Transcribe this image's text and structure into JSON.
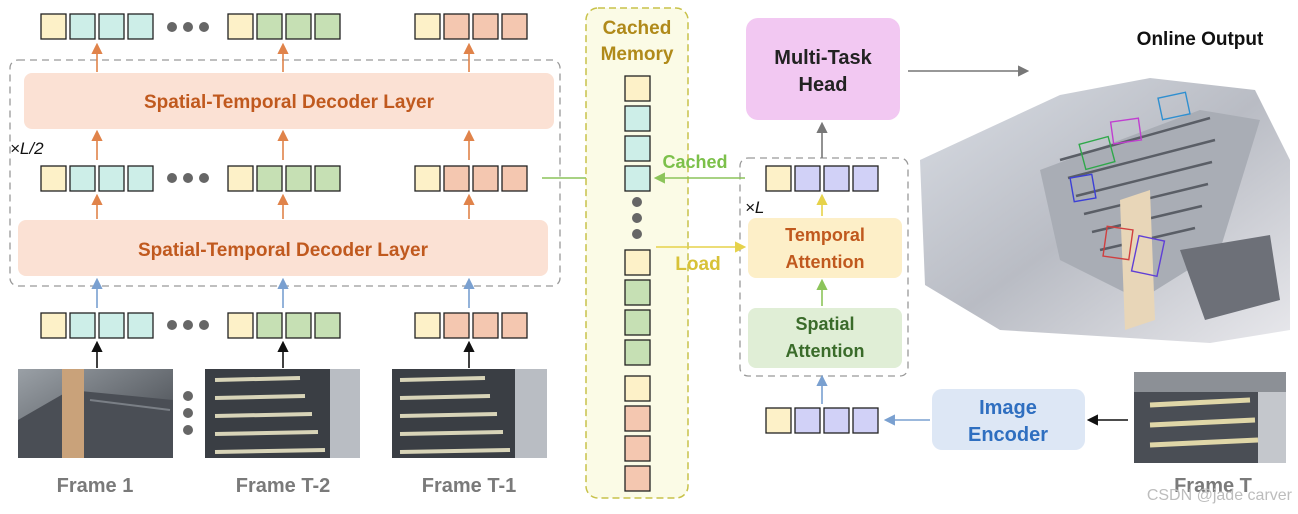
{
  "colors": {
    "token_cream": "#fdf1c8",
    "token_cyan": "#cdeee8",
    "token_green": "#c6e0b4",
    "token_salmon": "#f4c7b0",
    "token_purple": "#d1d1f7",
    "decoder_fill": "#fbe1d4",
    "decoder_text": "#c0591e",
    "memory_border": "#c8c24a",
    "memory_fill": "#fbfbe6",
    "memory_text": "#b08a1a",
    "head_fill": "#f2c8f2",
    "temporal_fill": "#fdefc8",
    "temporal_text": "#c0591e",
    "spatial_fill": "#e0eed6",
    "spatial_text": "#3a6b2a",
    "encoder_fill": "#dde7f5",
    "encoder_text": "#2f6fc0",
    "arrow_orange": "#e0834a",
    "arrow_blue": "#7aa0d0",
    "arrow_green": "#8cc45a",
    "arrow_yellow": "#e6d24a",
    "arrow_gray": "#777777",
    "cached_text": "#7cc04a",
    "load_text": "#d8c238"
  },
  "labels": {
    "decoder_layer_top": "Spatial-Temporal Decoder Layer",
    "decoder_layer_bottom": "Spatial-Temporal Decoder Layer",
    "repeat_left": "×L/2",
    "memory_title_line1": "Cached",
    "memory_title_line2": "Memory",
    "cached_arrow": "Cached",
    "load_arrow": "Load",
    "repeat_right": "×L",
    "temporal_line1": "Temporal",
    "temporal_line2": "Attention",
    "spatial_line1": "Spatial",
    "spatial_line2": "Attention",
    "head_line1": "Multi-Task",
    "head_line2": "Head",
    "encoder_line1": "Image",
    "encoder_line2": "Encoder",
    "online_output": "Online Output",
    "frame_1": "Frame 1",
    "frame_t2": "Frame T-2",
    "frame_t1": "Frame T-1",
    "frame_t": "Frame T",
    "watermark": "CSDN @jade carver"
  }
}
